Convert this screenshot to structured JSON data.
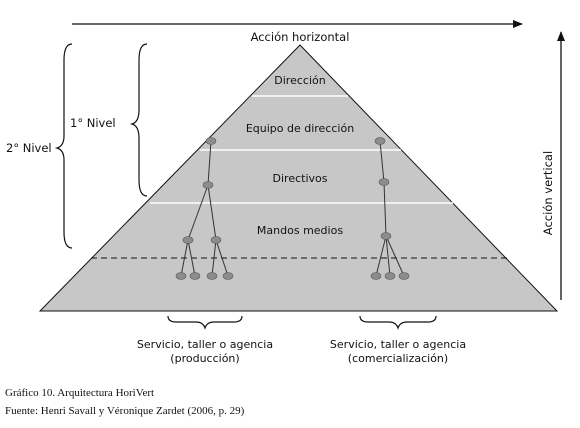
{
  "diagram": {
    "top_arrow_label": "Acción horizontal",
    "vertical_arrow_label": "Acción vertical",
    "level_1_label": "1° Nivel",
    "level_2_label": "2° Nivel",
    "layers": [
      "Dirección",
      "Equipo de dirección",
      "Directivos",
      "Mandos medios"
    ],
    "base_left": {
      "line1": "Servicio, taller o agencia",
      "line2": "(producción)"
    },
    "base_right": {
      "line1": "Servicio, taller o agencia",
      "line2": "(comercialización)"
    }
  },
  "caption": {
    "title": "Gráfico 10. Arquitectura HoriVert",
    "source": "Fuente: Henri Savall y Véronique Zardet (2006, p. 29)"
  },
  "colors": {
    "pyramid_fill": "#c7c7c7",
    "node_fill": "#8c8c8c",
    "line": "#111111",
    "divider": "#ffffff"
  }
}
